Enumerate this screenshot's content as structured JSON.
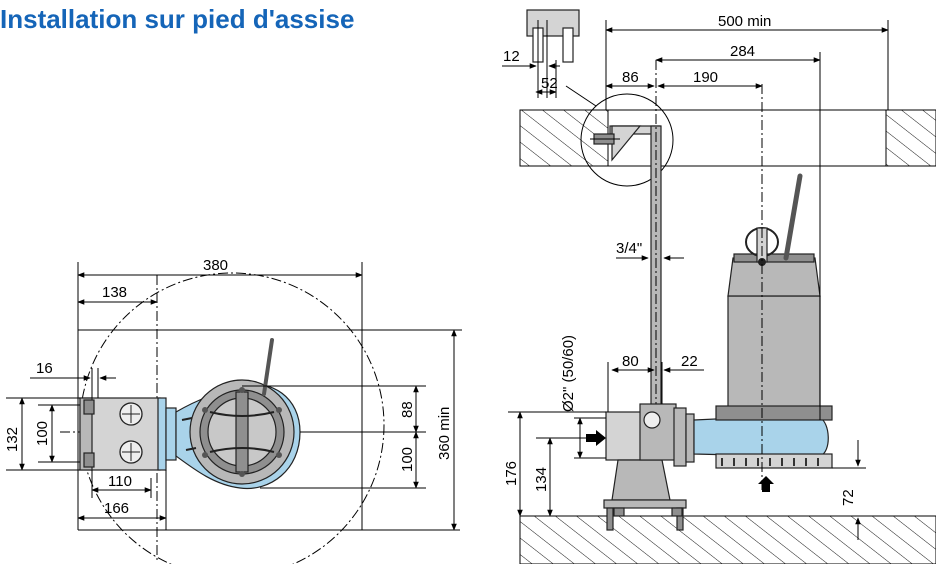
{
  "title": "Installation sur pied d'assise",
  "colors": {
    "title": "#1565b8",
    "pump_body": "#b8b8b8",
    "discharge_pipe": "#a9d3ea",
    "hatch": "#000000"
  },
  "dimensions": {
    "top_view": {
      "d380": "380",
      "d138": "138",
      "d16": "16",
      "d132": "132",
      "d100": "100",
      "d110": "110",
      "d166": "166",
      "d88": "88",
      "d100_right": "100",
      "d360": "360 min"
    },
    "side_view": {
      "d500": "500 min",
      "d284": "284",
      "d12": "12",
      "d86": "86",
      "d190": "190",
      "d52": "52",
      "pipe": "3/4\"",
      "d80": "80",
      "d22": "22",
      "outlet": "Ø2\" (50/60)",
      "d176": "176",
      "d134": "134",
      "d72": "72"
    }
  }
}
